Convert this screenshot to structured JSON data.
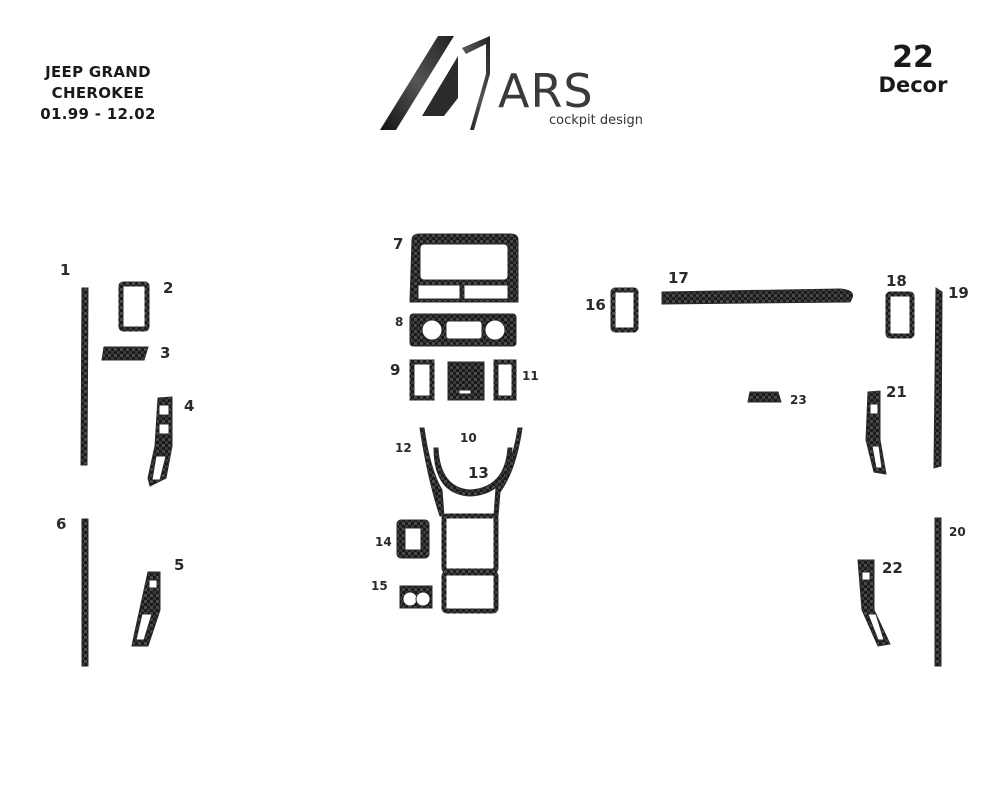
{
  "header": {
    "model_line1": "JEEP GRAND",
    "model_line2": "CHEROKEE",
    "model_years": "01.99 - 12.02",
    "decor_number": "22",
    "decor_label": "Decor"
  },
  "logo": {
    "wordmark": "ARS",
    "tagline": "cockpit design"
  },
  "part_labels": [
    "1",
    "2",
    "3",
    "4",
    "5",
    "6",
    "7",
    "8",
    "9",
    "10",
    "11",
    "12",
    "13",
    "14",
    "15",
    "16",
    "17",
    "18",
    "19",
    "20",
    "21",
    "22",
    "23"
  ],
  "colors": {
    "carbon_dark": "#1b1b1b",
    "carbon_light": "#5a5a5a",
    "text": "#1a1a1a",
    "background": "#ffffff"
  }
}
